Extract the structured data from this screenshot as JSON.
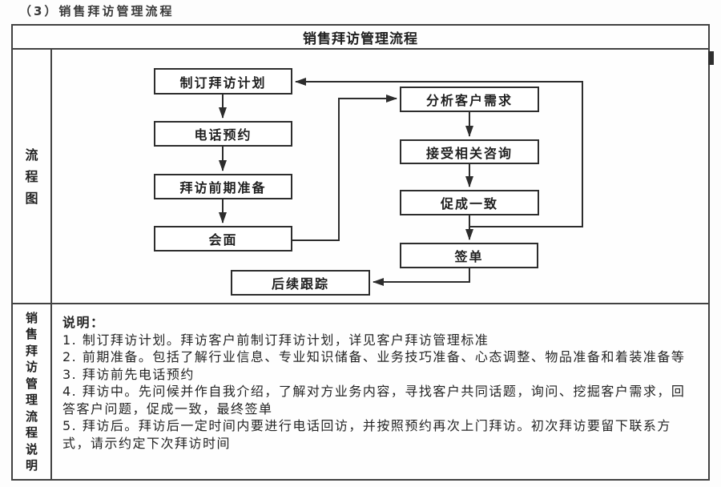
{
  "page": {
    "caption": "（3）销售拜访管理流程"
  },
  "table": {
    "title": "销售拜访管理流程",
    "row_labels": {
      "flowchart": "流程图",
      "description": "销售拜访管理流程说明"
    }
  },
  "flowchart": {
    "nodes": [
      {
        "id": "plan",
        "label": "制订拜访计划"
      },
      {
        "id": "phone",
        "label": "电话预约"
      },
      {
        "id": "prep",
        "label": "拜访前期准备"
      },
      {
        "id": "meet",
        "label": "会面"
      },
      {
        "id": "analyze",
        "label": "分析客户需求"
      },
      {
        "id": "consult",
        "label": "接受相关咨询"
      },
      {
        "id": "agree",
        "label": "促成一致"
      },
      {
        "id": "sign",
        "label": "签单"
      },
      {
        "id": "follow",
        "label": "后续跟踪"
      }
    ],
    "edges": [
      "制订拜访计划→电话预约",
      "电话预约→拜访前期准备",
      "拜访前期准备→会面",
      "会面→分析客户需求",
      "分析客户需求→接受相关咨询",
      "接受相关咨询→促成一致",
      "促成一致→签单",
      "促成一致→制订拜访计划 (反馈回路)",
      "签单→后续跟踪"
    ]
  },
  "notes": {
    "heading": "说明：",
    "lines": [
      "1. 制订拜访计划。拜访客户前制订拜访计划，详见客户拜访管理标准",
      "2. 前期准备。包括了解行业信息、专业知识储备、业务技巧准备、心态调整、物品准备和着装准备等",
      "3. 拜访前先电话预约",
      "4. 拜访中。先问候并作自我介绍，了解对方业务内容，寻找客户共同话题，询问、挖掘客户需求，回答客户问题，促成一致，最终签单",
      "5. 拜访后。拜访后一定时间内要进行电话回访，并按照预约再次上门拜访。初次拜访要留下联系方式，请示约定下次拜访时间"
    ]
  },
  "colors": {
    "border": "#424242",
    "node_border": "#2d2d2d",
    "text": "#1f1f1f",
    "background": "#fdfdfd"
  }
}
